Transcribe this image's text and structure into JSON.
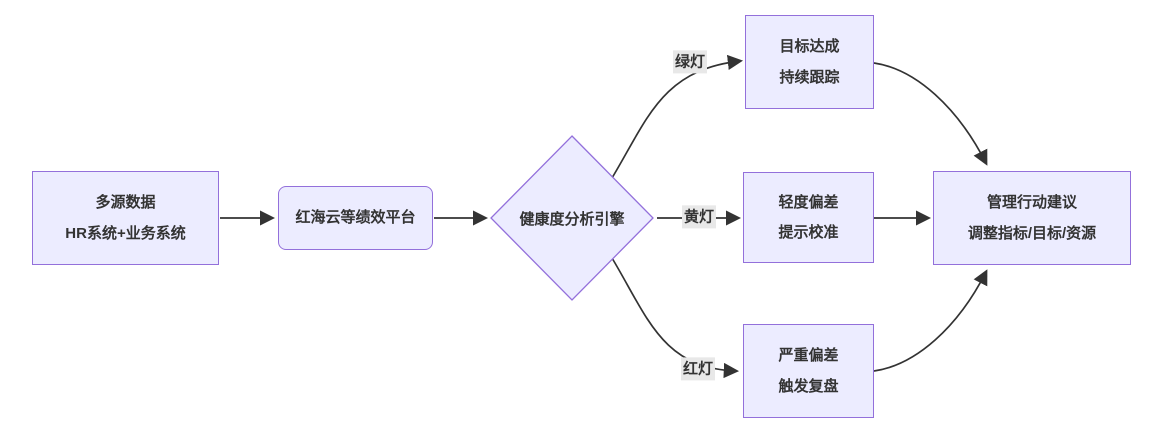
{
  "diagram": {
    "type": "flowchart-left-right",
    "nodes": {
      "source": {
        "line1": "多源数据",
        "line2": "HR系统+业务系统"
      },
      "platform": {
        "label": "红海云等绩效平台"
      },
      "engine": {
        "label": "健康度分析引擎"
      },
      "green_outcome": {
        "line1": "目标达成",
        "line2": "持续跟踪"
      },
      "yellow_outcome": {
        "line1": "轻度偏差",
        "line2": "提示校准"
      },
      "red_outcome": {
        "line1": "严重偏差",
        "line2": "触发复盘"
      },
      "action": {
        "line1": "管理行动建议",
        "line2": "调整指标/目标/资源"
      }
    },
    "edge_labels": {
      "green": "绿灯",
      "yellow": "黄灯",
      "red": "红灯"
    },
    "colors": {
      "node_fill": "#ECECFF",
      "node_border": "#9370DB",
      "edge_line": "#333333",
      "edge_label_bg": "#e8e8e8",
      "text": "#333333",
      "background": "#ffffff"
    }
  }
}
